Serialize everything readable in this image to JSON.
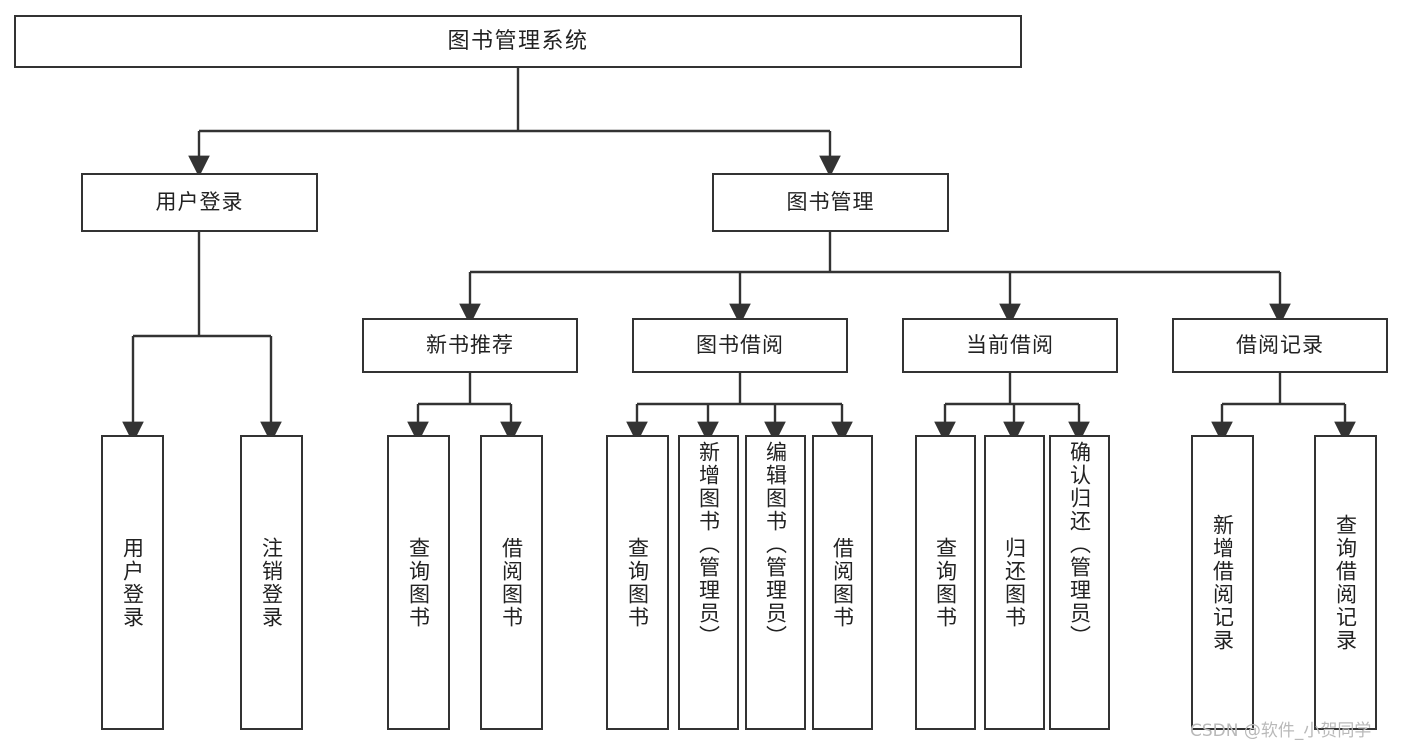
{
  "diagram": {
    "title": "图书管理系统",
    "type": "tree-hierarchy",
    "watermark": "CSDN @软件_小贺同学",
    "colors": {
      "background": "#ffffff",
      "node_border": "#333333",
      "node_fill": "#ffffff",
      "edge": "#333333",
      "text": "#222222",
      "watermark": "#b9b9b9"
    },
    "nodes": {
      "root": {
        "label": "图书管理系统"
      },
      "level2": [
        {
          "label": "用户登录"
        },
        {
          "label": "图书管理"
        }
      ],
      "level3": [
        {
          "label": "新书推荐"
        },
        {
          "label": "图书借阅"
        },
        {
          "label": "当前借阅"
        },
        {
          "label": "借阅记录"
        }
      ],
      "leaves": {
        "user_login": [
          {
            "label": "用户登录"
          },
          {
            "label": "注销登录"
          }
        ],
        "new_book_recommend": [
          {
            "label": "查询图书"
          },
          {
            "label": "借阅图书"
          }
        ],
        "book_borrow": [
          {
            "label": "查询图书"
          },
          {
            "label": "新增图书（管理员）"
          },
          {
            "label": "编辑图书（管理员）"
          },
          {
            "label": "借阅图书"
          }
        ],
        "current_borrow": [
          {
            "label": "查询图书"
          },
          {
            "label": "归还图书"
          },
          {
            "label": "确认归还（管理员）"
          }
        ],
        "borrow_record": [
          {
            "label": "新增借阅记录"
          },
          {
            "label": "查询借阅记录"
          }
        ]
      }
    }
  }
}
